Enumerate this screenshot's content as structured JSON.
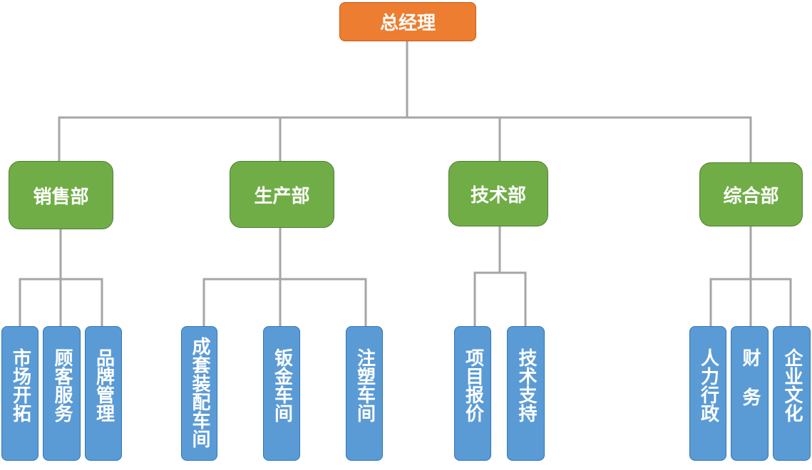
{
  "root": {
    "label": "总经理",
    "color": "#ED7D31"
  },
  "departments": [
    {
      "label": "销售部",
      "units": [
        "市场开拓",
        "顾客服务",
        "品牌管理"
      ]
    },
    {
      "label": "生产部",
      "units": [
        "成套装配车间",
        "钣金车间",
        "注塑车间"
      ]
    },
    {
      "label": "技术部",
      "units": [
        "项目报价",
        "技术支持"
      ]
    },
    {
      "label": "综合部",
      "units": [
        "人力行政",
        "财务",
        "企业文化"
      ]
    }
  ],
  "colors": {
    "department": "#70AD47",
    "unit": "#5B9BD5",
    "connector": "#A6A6A6"
  }
}
